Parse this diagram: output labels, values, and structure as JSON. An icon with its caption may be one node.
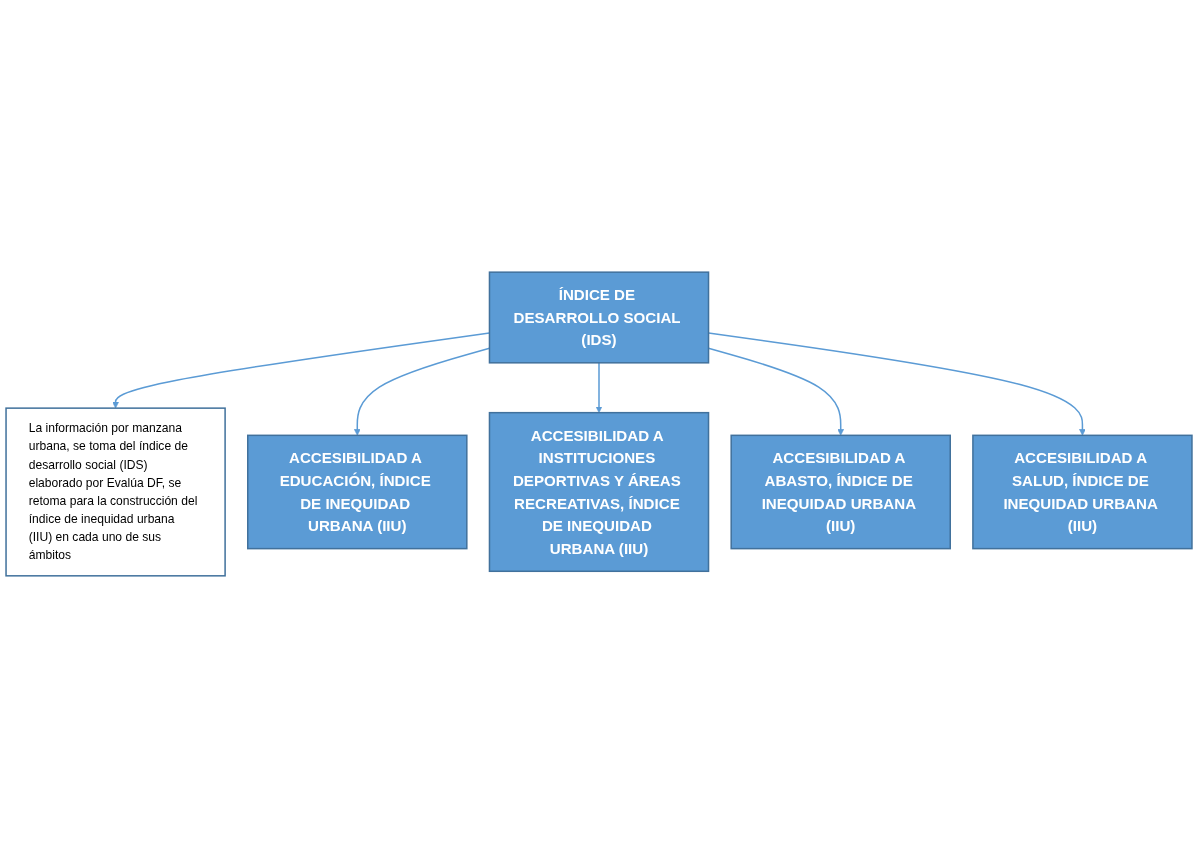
{
  "diagram": {
    "nodes": [
      {
        "text": [
          "ÍNDICE DE DESARROLLO SOCIAL (IDS)"
        ]
      },
      {
        "text": [
          "La información por manzana urbana, se toma del índice de desarrollo social (IDS) elaborado por Evalúa DF, se retoma para la construcción del índice de inequidad urbana (IIU) en cada uno de sus ámbitos"
        ]
      },
      {
        "text": [
          "ACCESIBILIDAD A EDUCACIÓN, ÍNDICE DE INEQUIDAD URBANA (IIU)"
        ]
      },
      {
        "text": [
          "ACCESIBILIDAD A INSTITUCIONES DEPORTIVAS Y ÁREAS RECREATIVAS, ÍNDICE DE INEQUIDAD URBANA (IIU)"
        ]
      },
      {
        "text": [
          "ACCESIBILIDAD A ABASTO, ÍNDICE DE INEQUIDAD URBANA (IIU)"
        ]
      },
      {
        "text": [
          "ACCESIBILIDAD A SALUD, ÍNDICE DE INEQUIDAD URBANA (IIU)"
        ]
      }
    ],
    "edges": [
      {
        "from": 0,
        "to": 1,
        "arrow": "to"
      },
      {
        "from": 0,
        "to": 2,
        "arrow": "to"
      },
      {
        "from": 0,
        "to": 3,
        "arrow": "to"
      },
      {
        "from": 0,
        "to": 4,
        "arrow": "to"
      },
      {
        "from": 0,
        "to": 5,
        "arrow": "to"
      }
    ]
  }
}
